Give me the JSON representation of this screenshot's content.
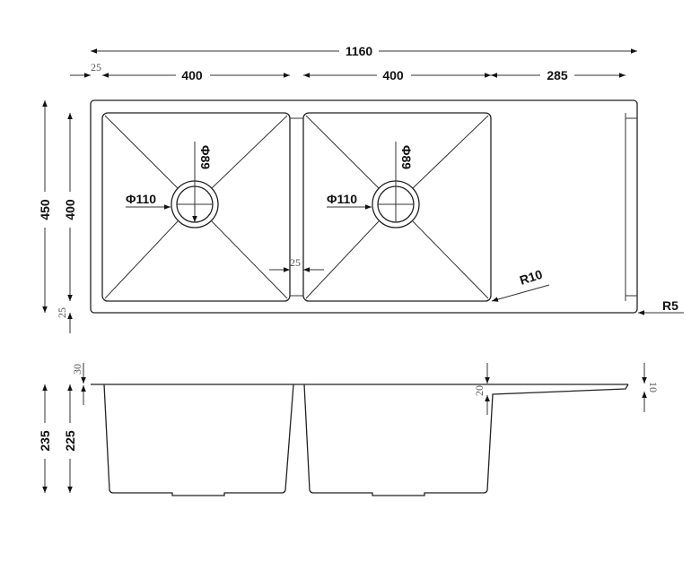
{
  "title": "Double bowl sink with drainboard dimension drawing",
  "top_view": {
    "overall_width": "1160",
    "edge_offset": "25",
    "bowl_left_width": "400",
    "bowl_right_width": "400",
    "drainboard_width": "285",
    "overall_depth": "450",
    "bowl_depth": "400",
    "bottom_offset": "25",
    "divider_width": "25",
    "drain_outer_left": "Φ110",
    "drain_inner_left": "Φ89",
    "drain_outer_right": "Φ110",
    "drain_inner_right": "Φ89",
    "corner_radius_bowl": "R10",
    "corner_radius_outer": "R5"
  },
  "side_view": {
    "total_height": "235",
    "bowl_height": "225",
    "flange_offset": "30",
    "drainboard_drop": "20",
    "drainboard_thickness": "10"
  }
}
